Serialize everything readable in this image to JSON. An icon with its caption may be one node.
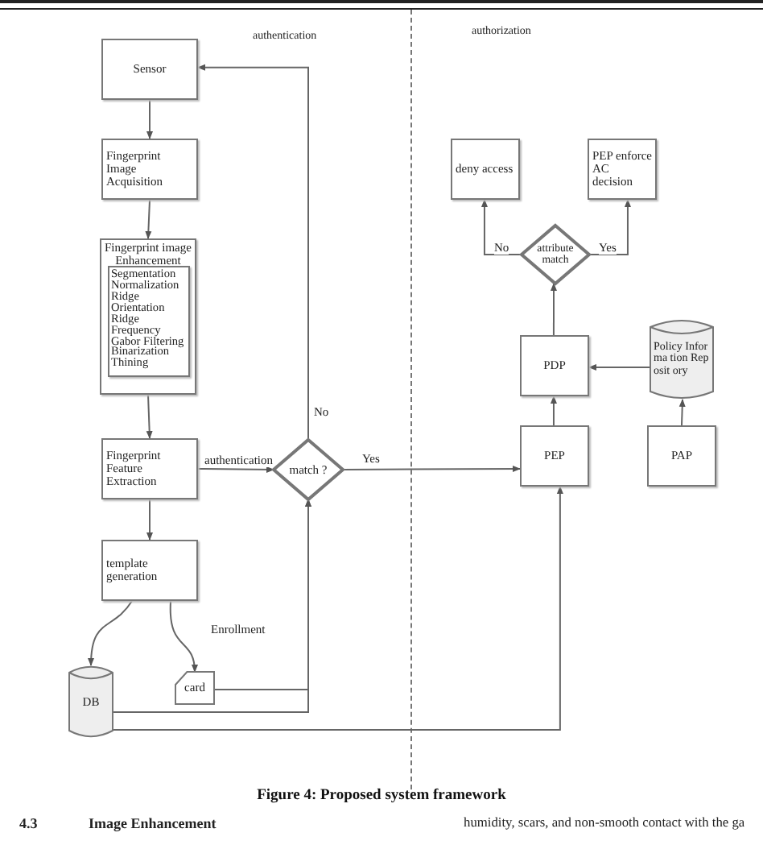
{
  "diagram": {
    "caption": "Figure 4: Proposed system framework",
    "nodes": [
      {
        "text": [
          "Sensor"
        ]
      },
      {
        "text": [
          "Fingerprint Image Acquisition"
        ]
      },
      {
        "text": [
          "Fingerprint image Enhancement"
        ]
      },
      {
        "text": [
          "Segmentation",
          "Normalization",
          "Ridge Orientation",
          "Ridge Frequency",
          "Gabor Filtering",
          "Binarization",
          "Thining"
        ],
        "in": 2
      },
      {
        "text": [
          "Fingerprint Feature Extraction"
        ]
      },
      {
        "text": [
          "template generation"
        ]
      },
      {
        "text": [
          "DB"
        ]
      },
      {
        "text": [
          "card"
        ]
      },
      {
        "text": [
          "match ?"
        ]
      },
      {
        "text": [
          "deny access"
        ]
      },
      {
        "text": [
          "PEP enforce AC decision"
        ]
      },
      {
        "text": [
          "attribute match"
        ]
      },
      {
        "text": [
          "PDP"
        ]
      },
      {
        "text": [
          "Policy Informa tion Reposit ory"
        ]
      },
      {
        "text": [
          "PEP"
        ]
      },
      {
        "text": [
          "PAP"
        ]
      }
    ],
    "edges": [
      {
        "from": 0,
        "to": 1,
        "arrow": "to"
      },
      {
        "from": 1,
        "to": 2,
        "arrow": "to"
      },
      {
        "from": 2,
        "to": 4,
        "arrow": "to"
      },
      {
        "from": 4,
        "to": 5,
        "arrow": "to"
      },
      {
        "from": 4,
        "to": 8,
        "arrow": "to",
        "label": "authentication"
      },
      {
        "from": 5,
        "to": 6,
        "arrow": "to"
      },
      {
        "from": 5,
        "to": 7,
        "arrow": "to",
        "label": "Enrollment"
      },
      {
        "from": 6,
        "to": 8,
        "arrow": "to"
      },
      {
        "from": 7,
        "to": 8,
        "arrow": "to"
      },
      {
        "from": 6,
        "to": 14,
        "arrow": "to"
      },
      {
        "from": 8,
        "to": 0,
        "arrow": "to",
        "label": "No"
      },
      {
        "from": 8,
        "to": 14,
        "arrow": "to",
        "label": "Yes"
      },
      {
        "from": 14,
        "to": 12,
        "arrow": "to"
      },
      {
        "from": 12,
        "to": 11,
        "arrow": "to"
      },
      {
        "from": 11,
        "to": 9,
        "arrow": "to",
        "label": "No"
      },
      {
        "from": 11,
        "to": 10,
        "arrow": "to",
        "label": "Yes"
      },
      {
        "from": 15,
        "to": 13,
        "arrow": "to"
      },
      {
        "from": 13,
        "to": 12,
        "arrow": "to"
      }
    ],
    "labels": [
      "authentication",
      "authorization",
      "4.3",
      "Image Enhancement",
      "humidity, scars, and non-smooth contact with the ga"
    ]
  }
}
